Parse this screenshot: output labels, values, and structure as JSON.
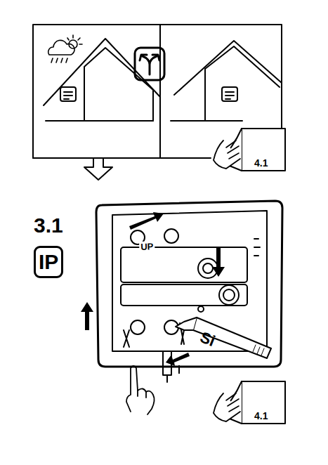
{
  "diagram": {
    "nodes": [
      {
        "text": [
          "IP"
        ]
      }
    ],
    "labels": [
      "4.1",
      "3.1",
      "UP",
      "Si",
      "4.1"
    ]
  }
}
